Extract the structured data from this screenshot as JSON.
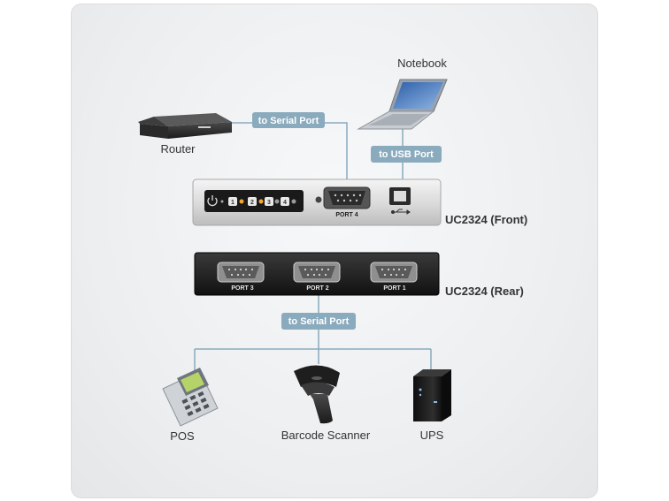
{
  "labels": {
    "notebook": "Notebook",
    "router": "Router",
    "pos": "POS",
    "barcode_scanner": "Barcode Scanner",
    "ups": "UPS"
  },
  "tags": {
    "to_serial_port_top": "to Serial Port",
    "to_usb_port": "to USB Port",
    "to_serial_port_bottom": "to Serial Port"
  },
  "front": {
    "model": "UC2324 (Front)",
    "port_label": "PORT 4",
    "leds": [
      "1",
      "2",
      "3",
      "4"
    ]
  },
  "rear": {
    "model": "UC2324 (Rear)",
    "ports": [
      "PORT 3",
      "PORT 2",
      "PORT 1"
    ]
  },
  "colors": {
    "tag_fill": "#8aaabd",
    "line": "#8aaabd",
    "led_amber": "#f0a830"
  },
  "icons": {
    "power": "power-icon",
    "usb": "usb-icon"
  }
}
